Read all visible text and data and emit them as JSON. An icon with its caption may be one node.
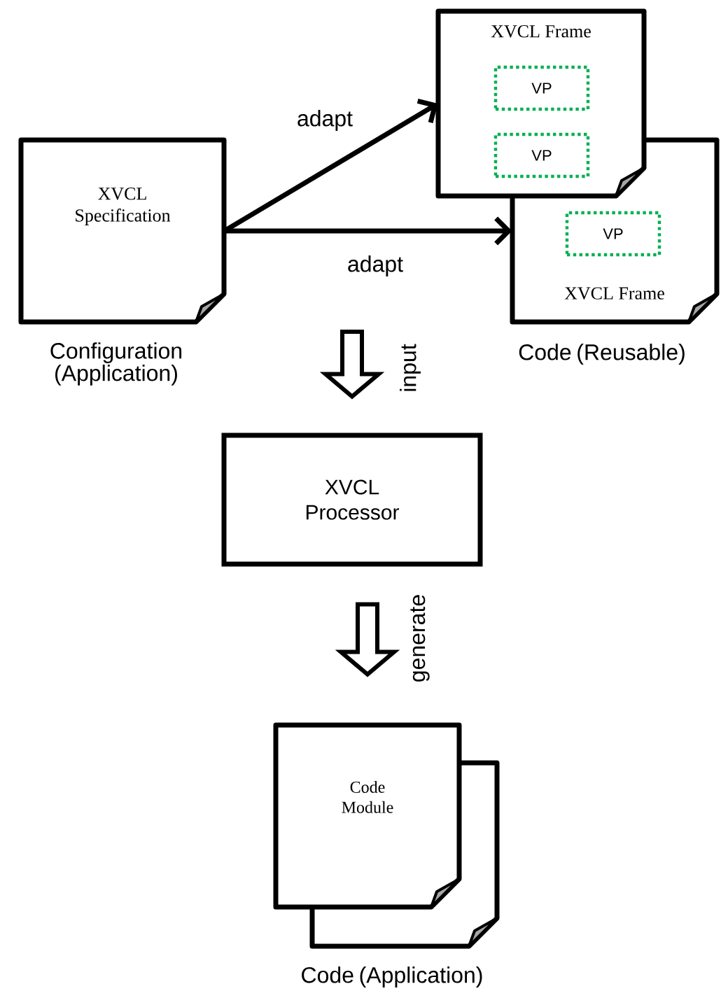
{
  "diagram": {
    "nodes": [
      {
        "text": [
          "XVCL Specification"
        ],
        "beside": [
          "Configuration (Application)"
        ]
      },
      {
        "text": [
          "XVCL Frame"
        ]
      },
      {
        "text": [
          "VP"
        ],
        "in": 1
      },
      {
        "text": [
          "VP"
        ],
        "in": 1
      },
      {
        "text": [
          "XVCL Frame"
        ],
        "beside": [
          "Code (Reusable)"
        ]
      },
      {
        "text": [
          "VP"
        ],
        "in": 4
      },
      {
        "text": [
          "XVCL Processor"
        ]
      },
      {
        "text": [
          "Code Module"
        ]
      },
      {
        "text": [],
        "shape": "box",
        "beside": [
          "Code (Application)"
        ]
      }
    ],
    "edges": [
      {
        "from": 0,
        "to": 1,
        "arrow": "to",
        "label": "adapt"
      },
      {
        "from": 0,
        "to": 4,
        "arrow": "to",
        "label": "adapt"
      },
      {
        "from": null,
        "to": 6,
        "arrow": "to",
        "label": "input",
        "style": "thick"
      },
      {
        "from": 6,
        "to": 7,
        "arrow": "to",
        "label": "generate",
        "style": "thick"
      }
    ]
  }
}
